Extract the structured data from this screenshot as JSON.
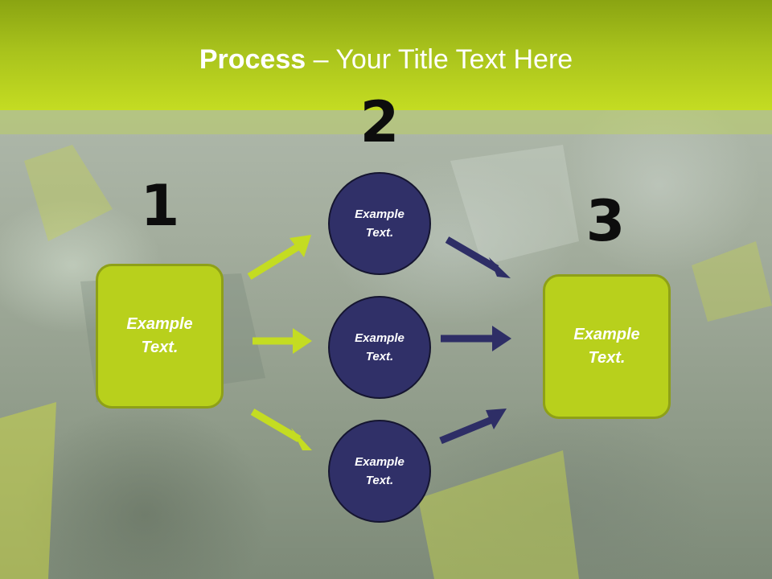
{
  "title": {
    "bold": "Process",
    "rest": " – Your Title Text Here"
  },
  "steps": {
    "step1": "1",
    "step2": "2",
    "step3": "3"
  },
  "boxes": {
    "left": "Example Text.",
    "right": "Example Text."
  },
  "circles": {
    "top": "Example Text.",
    "middle": "Example Text.",
    "bottom": "Example Text."
  },
  "colors": {
    "accent_green": "#b8d01c",
    "header_green": "#a8c21c",
    "circle_navy": "#303068",
    "arrow_green": "#c4dc22",
    "arrow_navy": "#2e2e66"
  }
}
